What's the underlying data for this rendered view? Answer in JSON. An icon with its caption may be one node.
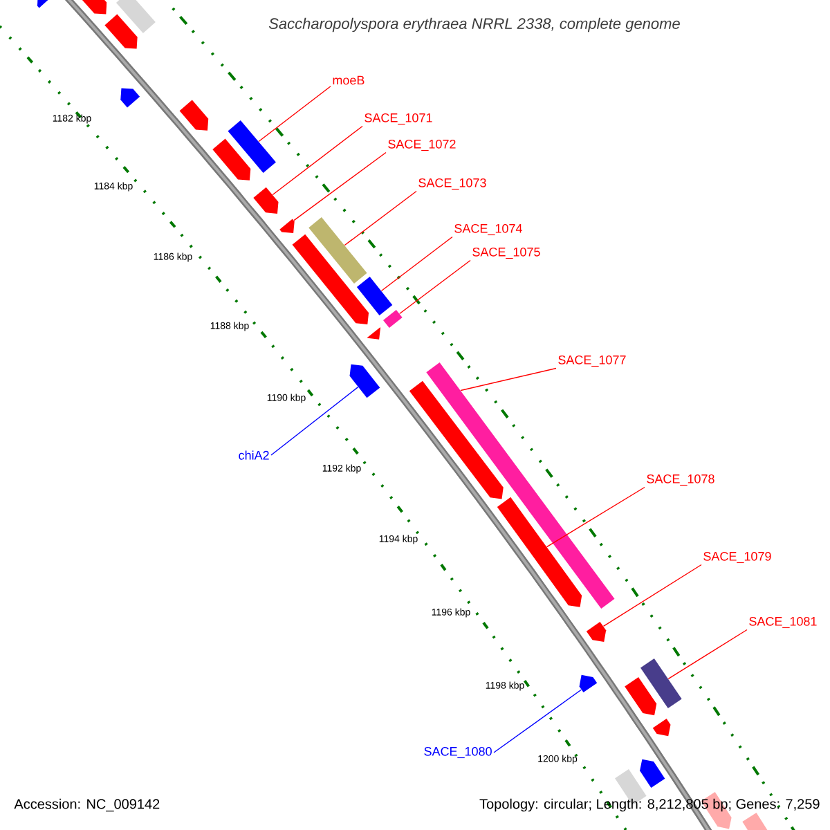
{
  "diagram": {
    "title": "Saccharopolyspora erythraea NRRL 2338, complete genome",
    "nodes": [
      {
        "text": [
          "moeB"
        ]
      },
      {
        "text": [],
        "shape": "bar"
      },
      {
        "text": [
          "SACE_1071"
        ]
      },
      {
        "text": [],
        "shape": "arrow"
      },
      {
        "text": [
          "SACE_1072"
        ]
      },
      {
        "text": [],
        "shape": "arrow"
      },
      {
        "text": [
          "SACE_1073"
        ]
      },
      {
        "text": [],
        "shape": "bar"
      },
      {
        "text": [
          "SACE_1074"
        ]
      },
      {
        "text": [],
        "shape": "bar"
      },
      {
        "text": [
          "SACE_1075"
        ]
      },
      {
        "text": [],
        "shape": "bar"
      },
      {
        "text": [
          "SACE_1077"
        ]
      },
      {
        "text": [],
        "shape": "bar"
      },
      {
        "text": [
          "chiA2"
        ]
      },
      {
        "text": [],
        "shape": "arrow"
      },
      {
        "text": [
          "SACE_1078"
        ]
      },
      {
        "text": [],
        "shape": "arrow"
      },
      {
        "text": [
          "SACE_1079"
        ]
      },
      {
        "text": [],
        "shape": "arrow"
      },
      {
        "text": [
          "SACE_1081"
        ]
      },
      {
        "text": [],
        "shape": "bar"
      },
      {
        "text": [
          "SACE_1080"
        ]
      },
      {
        "text": [],
        "shape": "arrow"
      },
      {
        "text": [],
        "shape": "arrow"
      },
      {
        "text": [],
        "shape": "arrow"
      },
      {
        "text": [],
        "shape": "arrow"
      },
      {
        "text": [],
        "shape": "bar"
      },
      {
        "text": [],
        "shape": "arrow"
      },
      {
        "text": [],
        "shape": "arrow"
      },
      {
        "text": [],
        "shape": "arrow"
      },
      {
        "text": [],
        "shape": "arrow"
      },
      {
        "text": [],
        "shape": "arrow"
      },
      {
        "text": [],
        "shape": "arrow"
      },
      {
        "text": [],
        "shape": "arrow"
      },
      {
        "text": [],
        "shape": "arrow"
      },
      {
        "text": [],
        "shape": "arrow"
      },
      {
        "text": [],
        "shape": "bar"
      },
      {
        "text": [],
        "shape": "arrow"
      },
      {
        "text": [],
        "shape": "arrow"
      }
    ],
    "edges": [
      {
        "from": 0,
        "to": 1,
        "arrow": "none"
      },
      {
        "from": 2,
        "to": 3,
        "arrow": "none"
      },
      {
        "from": 4,
        "to": 5,
        "arrow": "none"
      },
      {
        "from": 6,
        "to": 7,
        "arrow": "none"
      },
      {
        "from": 8,
        "to": 9,
        "arrow": "none"
      },
      {
        "from": 10,
        "to": 11,
        "arrow": "none"
      },
      {
        "from": 12,
        "to": 13,
        "arrow": "none"
      },
      {
        "from": 14,
        "to": 15,
        "arrow": "none",
        "color": "#0000ff"
      },
      {
        "from": 16,
        "to": 17,
        "arrow": "none"
      },
      {
        "from": 18,
        "to": 19,
        "arrow": "none"
      },
      {
        "from": 20,
        "to": 21,
        "arrow": "none"
      },
      {
        "from": 22,
        "to": 23,
        "arrow": "none",
        "color": "#0000ff"
      }
    ],
    "labels": [
      "1182 kbp",
      "1184 kbp",
      "1186 kbp",
      "1188 kbp",
      "1190 kbp",
      "1192 kbp",
      "1194 kbp",
      "1196 kbp",
      "1198 kbp",
      "1200 kbp",
      "Accession: NC_009142",
      "Topology: circular; Length: 8,212,805 bp; Genes: 7,259"
    ]
  }
}
